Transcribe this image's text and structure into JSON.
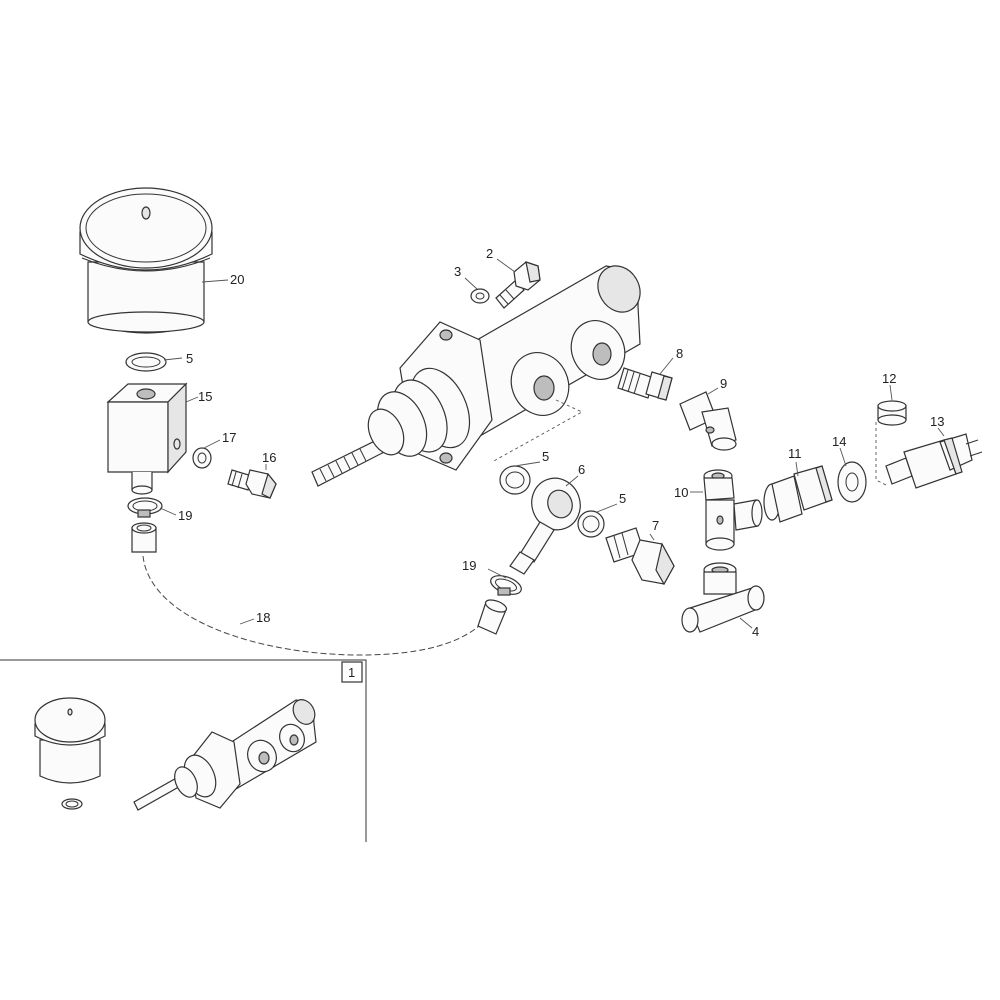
{
  "diagram": {
    "callouts": {
      "p1": "1",
      "p2": "2",
      "p3": "3",
      "p4": "4",
      "p5a": "5",
      "p5b": "5",
      "p5c": "5",
      "p6": "6",
      "p7": "7",
      "p8": "8",
      "p9": "9",
      "p10": "10",
      "p11": "11",
      "p12": "12",
      "p13": "13",
      "p14": "14",
      "p15": "15",
      "p16": "16",
      "p17": "17",
      "p18": "18",
      "p19a": "19",
      "p19b": "19",
      "p20": "20"
    }
  }
}
